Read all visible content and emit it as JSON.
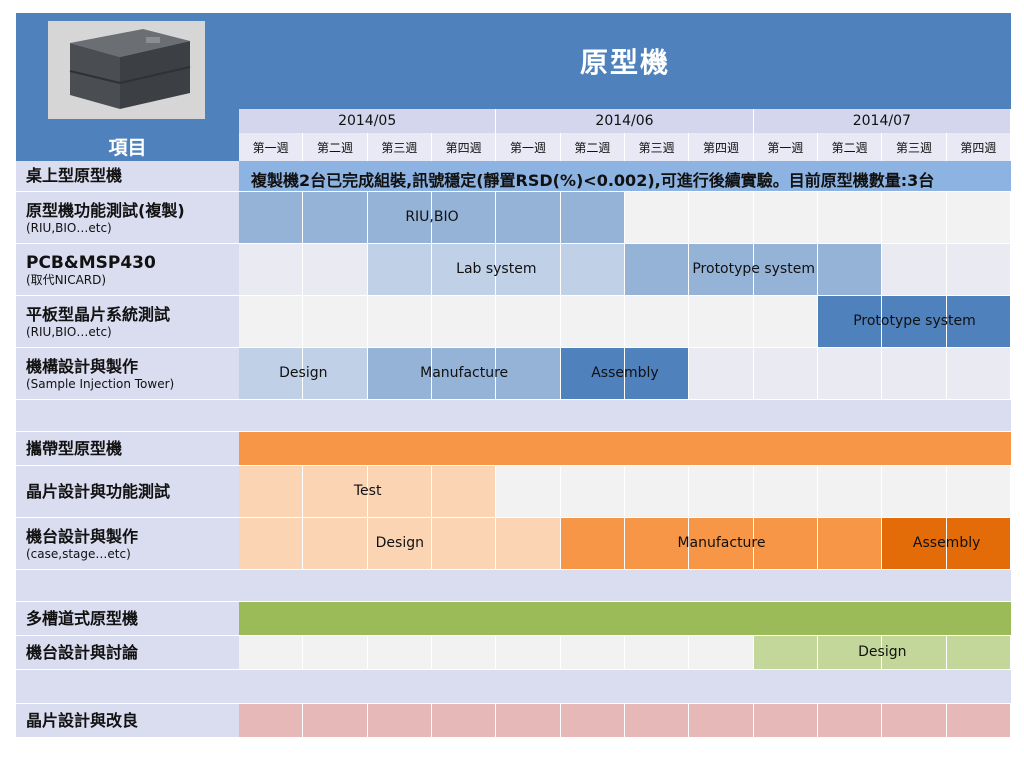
{
  "header": {
    "title": "原型機",
    "item_label": "項目",
    "months": [
      "2014/05",
      "2014/06",
      "2014/07"
    ],
    "weeks": [
      "第一週",
      "第二週",
      "第三週",
      "第四週",
      "第一週",
      "第二週",
      "第三週",
      "第四週",
      "第一週",
      "第二週",
      "第三週",
      "第四週"
    ]
  },
  "colors": {
    "header_blue": "#4f81bd",
    "blue_light": "#bfd0e7",
    "blue_mid": "#95b3d7",
    "blue_dark": "#4f81bd",
    "orange_light": "#fbd4b4",
    "orange_mid": "#f79646",
    "orange_dark": "#e36c09",
    "green": "#9bbb59",
    "green_light": "#c4d79b",
    "pink": "#e6b8b7",
    "label_bg": "#dadcef",
    "grid_a": "#e9eaf2",
    "grid_b": "#f2f2f2"
  },
  "rows": [
    {
      "type": "section",
      "label": "桌上型原型機",
      "color": "#8db3e2",
      "note": "複製機2台已完成組裝,訊號穩定(靜置RSD(%)<0.002),可進行後續實驗。目前原型機數量:3台"
    },
    {
      "type": "task",
      "label": "原型機功能測試(複製)",
      "sub": "(RIU,BIO…etc)",
      "bars": [
        {
          "start": 0,
          "end": 6,
          "color": "#95b3d7"
        }
      ],
      "texts": [
        {
          "text": "RIU,BIO",
          "start": 2,
          "end": 4
        }
      ]
    },
    {
      "type": "task",
      "label": "PCB&MSP430",
      "sub": "(取代NICARD)",
      "big": true,
      "bars": [
        {
          "start": 2,
          "end": 6,
          "color": "#bfd0e7"
        },
        {
          "start": 6,
          "end": 10,
          "color": "#95b3d7"
        }
      ],
      "texts": [
        {
          "text": "Lab system",
          "start": 2,
          "end": 6
        },
        {
          "text": "Prototype system",
          "start": 6,
          "end": 10
        }
      ]
    },
    {
      "type": "task",
      "label": "平板型晶片系統測試",
      "sub": "(RIU,BIO…etc)",
      "bars": [
        {
          "start": 9,
          "end": 12,
          "color": "#4f81bd"
        }
      ],
      "texts": [
        {
          "text": "Prototype system",
          "start": 9,
          "end": 12
        }
      ]
    },
    {
      "type": "task",
      "label": "機構設計與製作",
      "sub": "(Sample Injection Tower)",
      "bars": [
        {
          "start": 0,
          "end": 2,
          "color": "#bfd0e7"
        },
        {
          "start": 2,
          "end": 5,
          "color": "#95b3d7"
        },
        {
          "start": 5,
          "end": 7,
          "color": "#4f81bd"
        }
      ],
      "texts": [
        {
          "text": "Design",
          "start": 0,
          "end": 2
        },
        {
          "text": "Manufacture",
          "start": 2,
          "end": 5
        },
        {
          "text": "Assembly",
          "start": 5,
          "end": 7
        }
      ]
    },
    {
      "type": "spacer"
    },
    {
      "type": "section",
      "label": "攜帶型原型機",
      "color": "#f79646",
      "note": ""
    },
    {
      "type": "task",
      "label": "晶片設計與功能測試",
      "sub": "",
      "bars": [
        {
          "start": 0,
          "end": 4,
          "color": "#fbd4b4"
        }
      ],
      "texts": [
        {
          "text": "Test",
          "start": 0,
          "end": 4
        }
      ]
    },
    {
      "type": "task",
      "label": "機台設計與製作",
      "sub": "(case,stage…etc)",
      "bars": [
        {
          "start": 0,
          "end": 5,
          "color": "#fbd4b4"
        },
        {
          "start": 5,
          "end": 10,
          "color": "#f79646"
        },
        {
          "start": 10,
          "end": 12,
          "color": "#e36c09"
        }
      ],
      "texts": [
        {
          "text": "Design",
          "start": 0,
          "end": 5
        },
        {
          "text": "Manufacture",
          "start": 5,
          "end": 10
        },
        {
          "text": "Assembly",
          "start": 10,
          "end": 12
        }
      ]
    },
    {
      "type": "spacer"
    },
    {
      "type": "section",
      "label": "多槽道式原型機",
      "color": "#9bbb59",
      "note": ""
    },
    {
      "type": "task",
      "label": "機台設計與討論",
      "sub": "",
      "bars": [
        {
          "start": 8,
          "end": 12,
          "color": "#c4d79b"
        }
      ],
      "texts": [
        {
          "text": "Design",
          "start": 8,
          "end": 12
        }
      ]
    },
    {
      "type": "spacer"
    },
    {
      "type": "section",
      "label": "晶片設計與改良",
      "color": "#e6b8b7",
      "note": "",
      "gridded": true
    }
  ]
}
